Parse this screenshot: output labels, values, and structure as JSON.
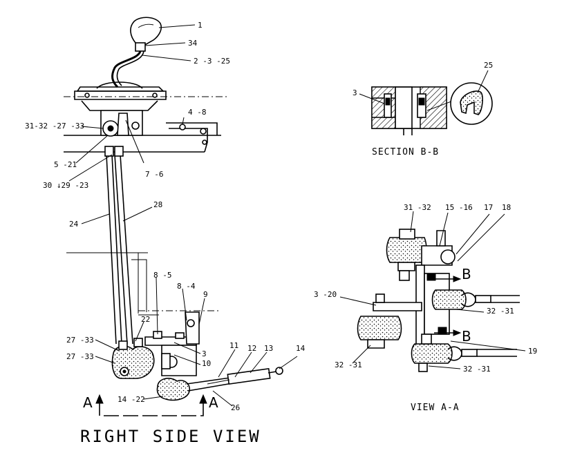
{
  "callouts": {
    "c1": "1",
    "c34": "34",
    "c2_3_25": "2 -3 -25",
    "c31_32_27_33": "31-32 -27 -33",
    "c4_8": "4 -8",
    "c5_21": "5 -21",
    "c7_6": "7 -6",
    "c30_29_23": "30 ↓29  -23",
    "c28": "28",
    "c24": "24",
    "c8_5": "8 -5",
    "c8_4": "8 -4",
    "c9": "9",
    "c22": "22",
    "c27_33_a": "27 -33",
    "c27_33_b": "27 -33",
    "c3": "3",
    "c10": "10",
    "c11": "11",
    "c12": "12",
    "c13": "13",
    "c14": "14",
    "c14_22": "14 -22",
    "c26": "26",
    "s_3": "3",
    "s_25": "25",
    "v_31_32": "31 -32",
    "v_15_16": "15 -16",
    "v_17": "17",
    "v_18": "18",
    "v_3_20": "3 -20",
    "v_32_31_a": "32 -31",
    "v_19": "19",
    "v_32_31_b": "32 -31",
    "v_32_31_c": "32 -31"
  },
  "letters": {
    "a_left": "A",
    "a_right": "A",
    "b_top": "B",
    "b_bottom": "B"
  },
  "captions": {
    "section_bb": "SECTION B-B",
    "view_aa": "VIEW A-A",
    "right_side_view": "RIGHT SIDE VIEW"
  }
}
